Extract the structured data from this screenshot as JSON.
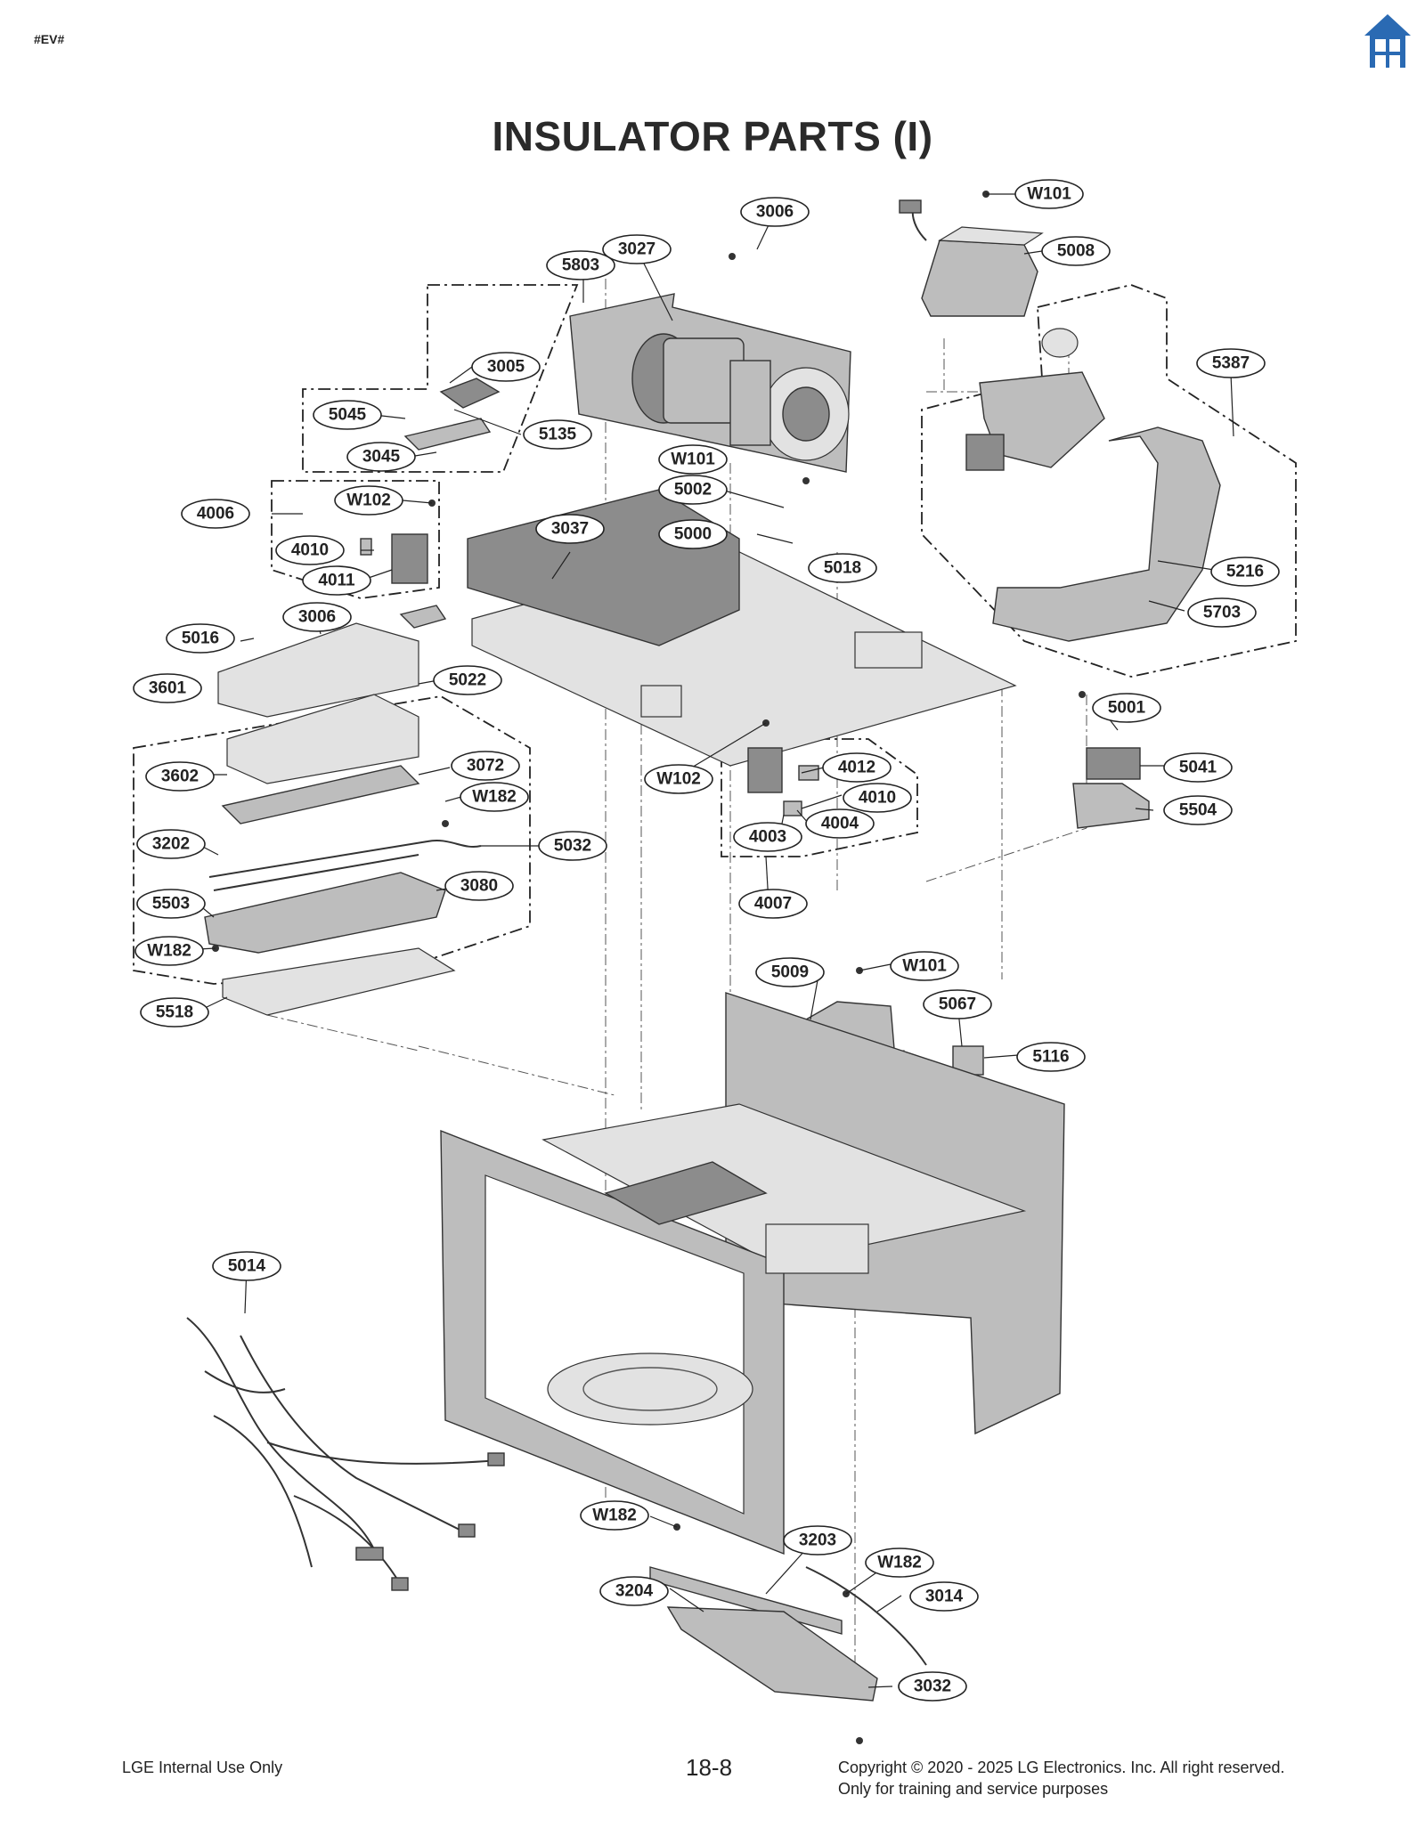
{
  "header": {
    "tag": "#EV#",
    "home_icon": "home-icon",
    "home_color": "#2a6ab3"
  },
  "title": "INSULATOR PARTS (I)",
  "labels": [
    "W101",
    "3006",
    "5008",
    "3027",
    "5803",
    "3005",
    "5387",
    "5045",
    "5135",
    "3045",
    "W101",
    "5002",
    "4006",
    "W102",
    "3037",
    "5000",
    "5018",
    "5216",
    "4010",
    "4011",
    "5703",
    "3006",
    "5016",
    "5022",
    "3601",
    "5001",
    "5041",
    "3602",
    "3072",
    "W182",
    "W102",
    "4012",
    "4010",
    "5504",
    "3202",
    "5032",
    "4004",
    "4003",
    "3080",
    "5503",
    "4007",
    "W182",
    "5518",
    "5009",
    "W101",
    "5067",
    "5116",
    "5014",
    "W182",
    "3203",
    "W182",
    "3204",
    "3014",
    "3032"
  ],
  "footer": {
    "left": "LGE Internal Use Only",
    "page": "18-8",
    "copyright": "Copyright © 2020 - 2025 LG Electronics. Inc. All right reserved.",
    "note": "Only for training and service purposes"
  }
}
